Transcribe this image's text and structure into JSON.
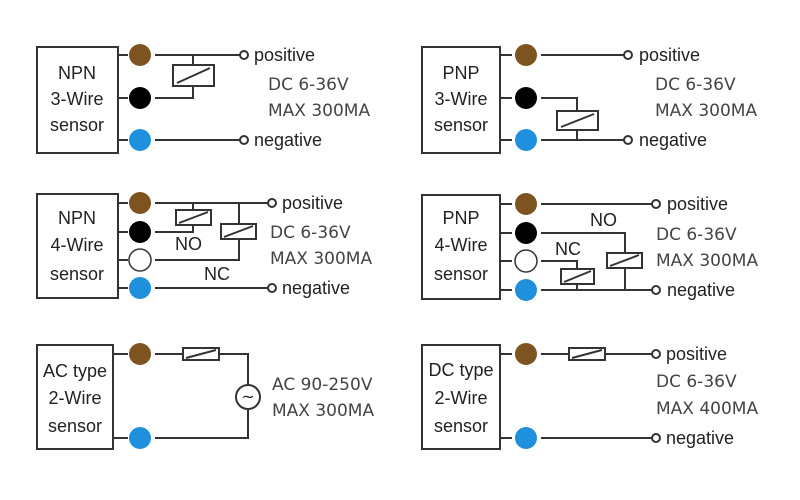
{
  "colors": {
    "brown": "#7d5320",
    "black": "#000000",
    "white": "#ffffff",
    "blue": "#1e90dc",
    "line": "#333333"
  },
  "panels": [
    {
      "id": "npn3",
      "box": [
        "NPN",
        "3-Wire",
        "sensor"
      ],
      "positive": "positive",
      "negative": "negative",
      "spec": [
        "DC 6-36V",
        "MAX 300MA"
      ]
    },
    {
      "id": "pnp3",
      "box": [
        "PNP",
        "3-Wire",
        "sensor"
      ],
      "positive": "positive",
      "negative": "negative",
      "spec": [
        "DC 6-36V",
        "MAX 300MA"
      ]
    },
    {
      "id": "npn4",
      "box": [
        "NPN",
        "4-Wire",
        "sensor"
      ],
      "positive": "positive",
      "negative": "negative",
      "spec": [
        "DC 6-36V",
        "MAX 300MA"
      ],
      "no": "NO",
      "nc": "NC"
    },
    {
      "id": "pnp4",
      "box": [
        "PNP",
        "4-Wire",
        "sensor"
      ],
      "positive": "positive",
      "negative": "negative",
      "spec": [
        "DC 6-36V",
        "MAX 300MA"
      ],
      "no": "NO",
      "nc": "NC"
    },
    {
      "id": "ac2",
      "box": [
        "AC type",
        "2-Wire",
        "sensor"
      ],
      "spec": [
        "AC 90-250V",
        "MAX 300MA"
      ],
      "source_symbol": "~"
    },
    {
      "id": "dc2",
      "box": [
        "DC type",
        "2-Wire",
        "sensor"
      ],
      "positive": "positive",
      "negative": "negative",
      "spec": [
        "DC 6-36V",
        "MAX 400MA"
      ]
    }
  ]
}
